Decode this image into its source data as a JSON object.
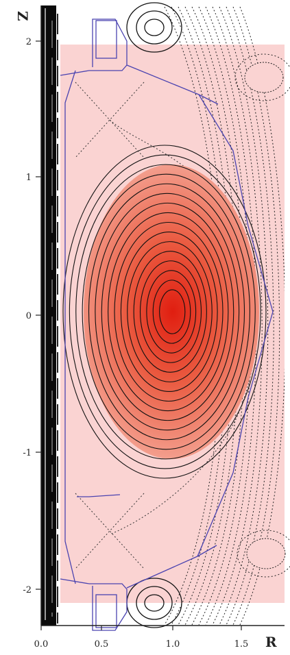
{
  "axes": {
    "x_title": "R",
    "y_title": "Z",
    "x_ticks": [
      "0.0",
      "0.5",
      "1.0",
      "1.5"
    ],
    "y_ticks": [
      "2",
      "1",
      "0",
      "-1",
      "-2"
    ]
  },
  "colors": {
    "plasma_region": "#fad3d2",
    "core_peak": "#e01e10",
    "core_edge": "#f4a494",
    "closed_contours": "#111111",
    "open_contours": "#222222",
    "first_wall": "#4a43b0",
    "central_column": "#0a0a0a"
  }
}
